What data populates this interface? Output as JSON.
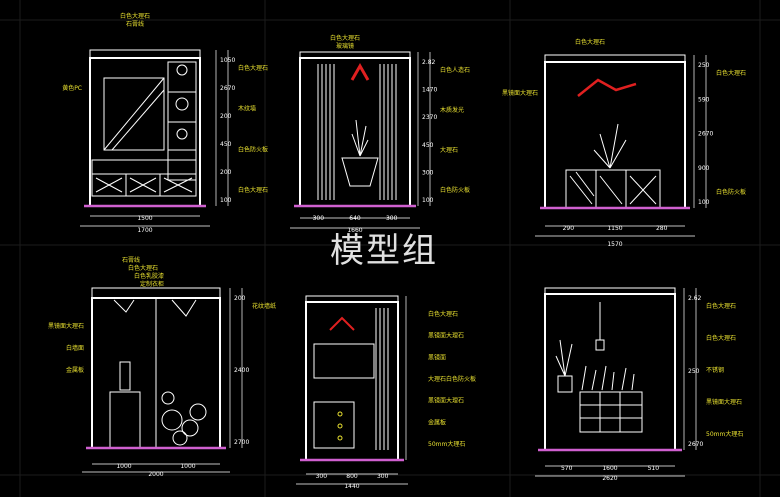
{
  "watermark": "模型组",
  "drawings": [
    {
      "dims_bottom": [
        "1500",
        "1700"
      ],
      "dims_right": [
        "1050",
        "2670",
        "200",
        "450",
        "200",
        "100"
      ],
      "labels_top": [
        "白色大理石",
        "石膏线"
      ],
      "labels_left": [
        "黄色PC"
      ],
      "labels_right": [
        "白色大理石",
        "木纹墙",
        "白色防火板",
        "白色大理石"
      ]
    },
    {
      "dims_bottom": [
        "300",
        "640",
        "300",
        "1660"
      ],
      "dims_right": [
        "2.82",
        "1470",
        "2370",
        "450",
        "300",
        "100"
      ],
      "labels_top": [
        "白色大理石",
        "玻璃镜"
      ],
      "labels_right": [
        "白色人造石",
        "木质发光",
        "大理石",
        "白色防火板"
      ]
    },
    {
      "dims_bottom": [
        "290",
        "1150",
        "280",
        "1570"
      ],
      "dims_right": [
        "250",
        "590",
        "2670",
        "900",
        "100"
      ],
      "labels_top": [
        "白色大理石"
      ],
      "labels_left": [
        "黑镜面大理石"
      ],
      "labels_right": [
        "白色大理石",
        "白色防火板"
      ]
    },
    {
      "dims_bottom": [
        "1000",
        "1000",
        "2000"
      ],
      "dims_right": [
        "200",
        "2400",
        "2700"
      ],
      "labels_top": [
        "石膏线",
        "白色大理石",
        "白色乳胶漆",
        "定制衣柜"
      ],
      "labels_left": [
        "黑镜面大理石",
        "白墙面",
        "金属板"
      ],
      "labels_right": [
        "花纹墙纸"
      ]
    },
    {
      "dims_bottom": [
        "300",
        "800",
        "300",
        "1440"
      ],
      "dims_right": [],
      "labels_top": [],
      "labels_right": [
        "白色大理石",
        "黑镜面大理石",
        "黑镜面",
        "大理石白色防火板",
        "黑镜面大理石",
        "金属板",
        "50mm大理石"
      ]
    },
    {
      "dims_bottom": [
        "570",
        "1600",
        "510",
        "2620"
      ],
      "dims_right": [
        "2.62",
        "250",
        "2670"
      ],
      "labels_top": [],
      "labels_right": [
        "白色大理石",
        "白色大理石",
        "不锈钢",
        "黑镜面大理石",
        "50mm大理石"
      ]
    }
  ]
}
